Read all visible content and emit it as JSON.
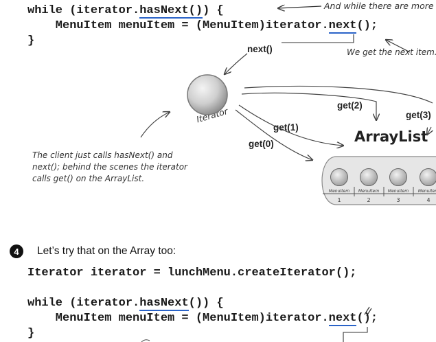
{
  "colors": {
    "annotation_ink": "#2a63c8",
    "text": "#1a1a1a",
    "sphere": "#c9c9c9"
  },
  "code_top": {
    "line1_a": "while (iterator.",
    "line1_b": "hasNext()",
    "line1_c": ") {",
    "line2_a": "    MenuItem menuItem = (MenuItem)iterator.",
    "line2_b": "next",
    "line2_c": "();",
    "line3": "}"
  },
  "notes": {
    "hasnext_note": "And while there are more ite",
    "next_note": "We get the next item.",
    "client_note": [
      "The client just calls hasNext() and",
      "next(); behind the scenes the iterator",
      "calls get() on the ArrayList."
    ]
  },
  "diagram": {
    "next_label": "next()",
    "iterator_label": "Iterator",
    "get_labels": [
      "get(0)",
      "get(1)",
      "get(2)",
      "get(3)"
    ],
    "arraylist_title": "ArrayList",
    "slot_label": "MenuItem",
    "slot_numbers": [
      "1",
      "2",
      "3",
      "4"
    ]
  },
  "step": {
    "number": "4",
    "text": "Let’s try that on the Array too:"
  },
  "code_bottom": {
    "line1": "Iterator iterator = lunchMenu.createIterator();",
    "line2_a": "while (iterator.",
    "line2_b": "hasNext",
    "line2_c": "()) {",
    "line3_a": "    MenuItem menuItem = (MenuItem)iterator.",
    "line3_b": "next",
    "line3_c": "();",
    "line4": "}"
  }
}
